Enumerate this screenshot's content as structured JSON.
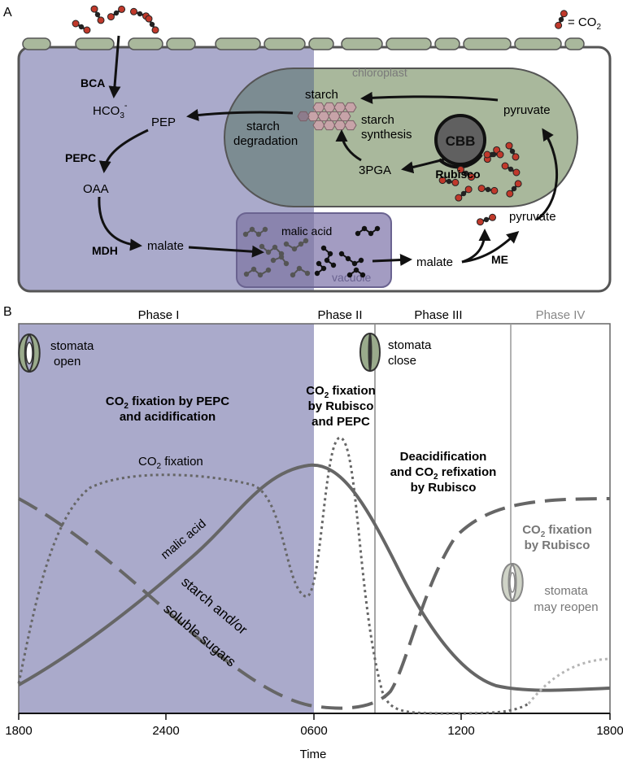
{
  "panel_a": {
    "label": "A",
    "legend": {
      "equals": "= CO",
      "sub": "2"
    },
    "chloroplast_label": "chloroplast",
    "vacuole_label": "vacuole",
    "starch": "starch",
    "starch_synthesis_1": "starch",
    "starch_synthesis_2": "synthesis",
    "starch_degradation_1": "starch",
    "starch_degradation_2": "degradation",
    "pyruvate_top": "pyruvate",
    "cbb": "CBB",
    "rubisco": "Rubisco",
    "pga": "3PGA",
    "bca": "BCA",
    "hco3": "HCO",
    "hco3_sub": "3",
    "hco3_sup": "-",
    "pep": "PEP",
    "pepc": "PEPC",
    "oaa": "OAA",
    "mdh": "MDH",
    "malate_left": "malate",
    "malic_acid": "malic acid",
    "malate_right": "malate",
    "me": "ME",
    "pyruvate_bottom": "pyruvate"
  },
  "panel_b": {
    "label": "B",
    "phases": [
      "Phase I",
      "Phase II",
      "Phase III",
      "Phase IV"
    ],
    "stomata_open_1": "stomata",
    "stomata_open_2": "open",
    "stomata_close_1": "stomata",
    "stomata_close_2": "close",
    "stomata_reopen_1": "stomata",
    "stomata_reopen_2": "may reopen",
    "note1_line1_a": "CO",
    "note1_line1_sub": "2",
    "note1_line1_b": " fixation by PEPC",
    "note1_line2": "and acidification",
    "note2_line1_a": "CO",
    "note2_line1_sub": "2",
    "note2_line1_b": " fixation",
    "note2_line2": "by Rubisco",
    "note2_line3": "and PEPC",
    "note3_line1": "Deacidification",
    "note3_line2_a": "and CO",
    "note3_line2_sub": "2",
    "note3_line2_b": " refixation",
    "note3_line3": "by Rubisco",
    "note4_line1_a": "CO",
    "note4_line1_sub": "2",
    "note4_line1_b": " fixation",
    "note4_line2": "by Rubisco",
    "curve_co2_a": "CO",
    "curve_co2_sub": "2",
    "curve_co2_b": " fixation",
    "curve_malic": "malic acid",
    "curve_starch_1": "starch and/or",
    "curve_starch_2": "soluble sugars",
    "x_ticks": [
      "1800",
      "2400",
      "0600",
      "1200",
      "1800"
    ],
    "x_label": "Time"
  },
  "colors": {
    "night": "#aaaacb",
    "chloroplast": "#a9b89c",
    "chloroplast_dark": "#7c8c92",
    "vacuole": "#a39cc2",
    "vacuole_dark": "#8a84ae",
    "curve": "#666666",
    "co2_red": "#c0392b"
  }
}
